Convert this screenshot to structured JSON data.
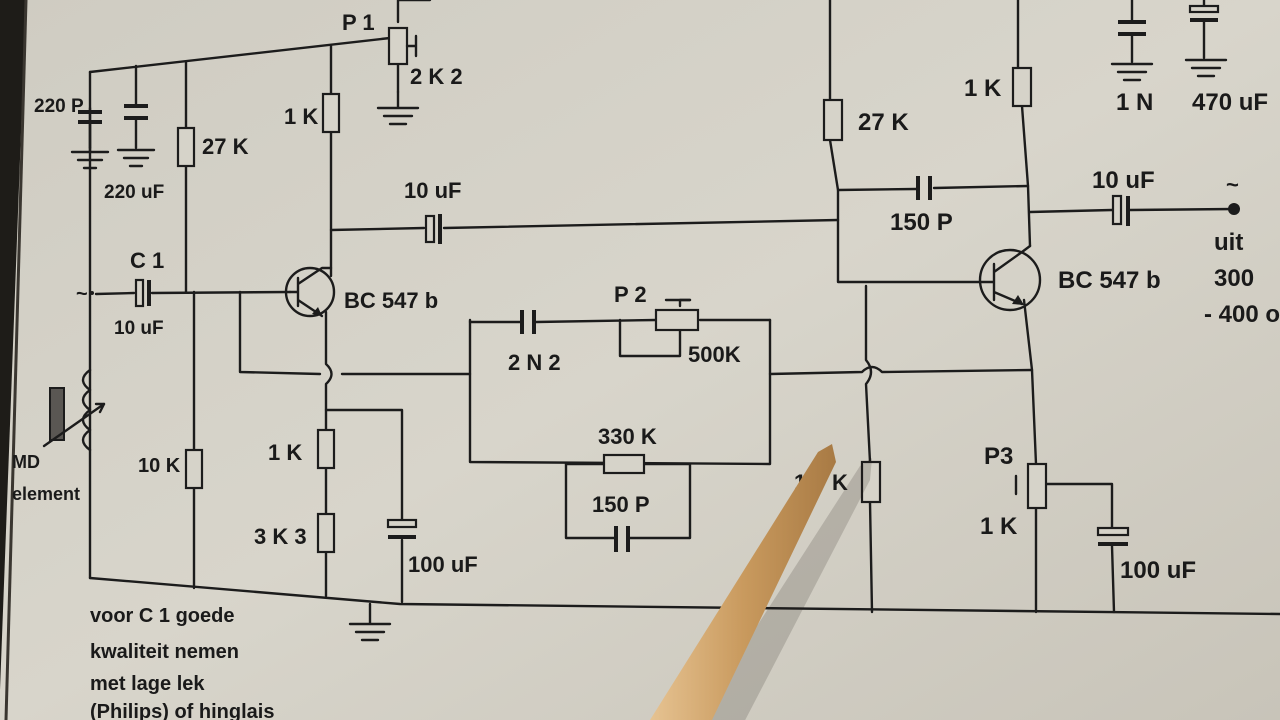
{
  "labels": {
    "p1": "P 1",
    "p1_value": "2 K 2",
    "c_220p": "220 P",
    "c_220uf": "220 uF",
    "r_27k_left": "27 K",
    "r_1k_top_left": "1 K",
    "c_10uf_top": "10 uF",
    "c1": "C 1",
    "c1_value": "10 uF",
    "tilde_in": "~",
    "q1": "BC 547 b",
    "md_line1": "MD",
    "md_line2": "element",
    "r_10k": "10 K",
    "r_1k_emitter": "1 K",
    "r_3k3": "3 K 3",
    "c_100uf_left": "100 uF",
    "c_2n2": "2 N 2",
    "p2": "P 2",
    "p2_value": "500K",
    "r_330k": "330 K",
    "c_150p_bottom": "150 P",
    "r_1k_right_partial": "1",
    "r_1k_right_suffix": "K",
    "r_27k_right": "27 K",
    "c_150p_top": "150 P",
    "q2": "BC 547 b",
    "r_1k_top_right": "1 K",
    "c_10uf_out": "10 uF",
    "tilde_out": "~",
    "uit": "uit",
    "ohm_300": "300",
    "ohm_400": "- 400 o",
    "c_1n": "1 N",
    "c_470uf": "470 uF",
    "p3": "P3",
    "p3_value": "1 K",
    "c_100uf_right": "100 uF"
  },
  "note": {
    "line1": "voor C 1 goede",
    "line2": "kwaliteit nemen",
    "line3": "met lage lek",
    "line4": "(Philips) of hinglais"
  },
  "colors": {
    "paper": "#d6d3c9",
    "ink": "#1c1c1c",
    "pointer": "#c9a06a"
  }
}
